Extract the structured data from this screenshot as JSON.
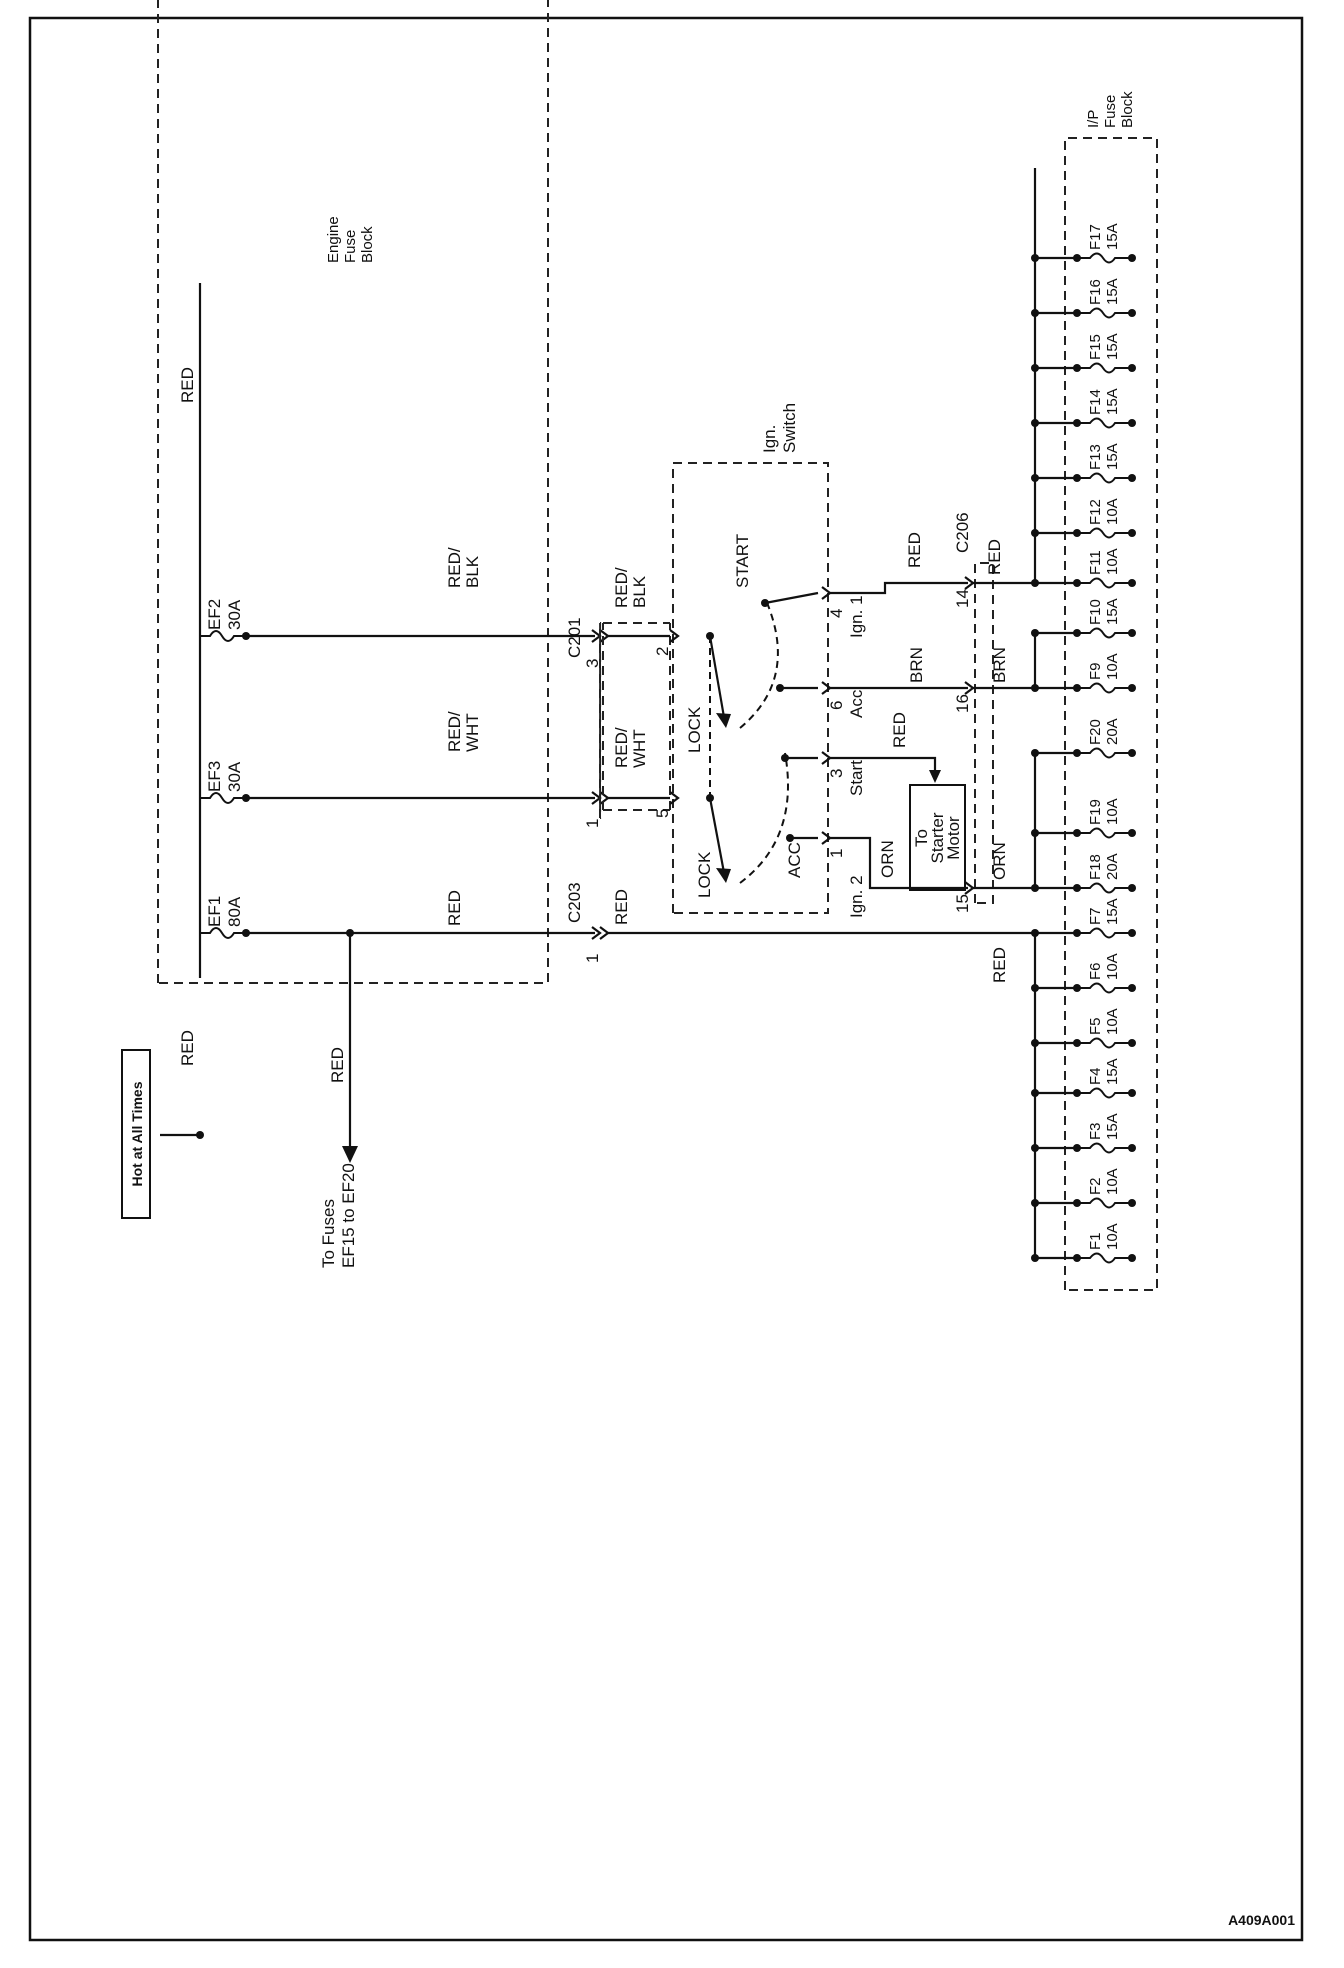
{
  "labels": {
    "hot": "Hot at All Times",
    "engine_fuse_block": [
      "Engine",
      "Fuse",
      "Block"
    ],
    "ip_fuse_block": [
      "I/P",
      "Fuse",
      "Block"
    ],
    "ign_switch": [
      "Ign.",
      "Switch"
    ],
    "to_fuses": [
      "To Fuses",
      "EF15 to EF20"
    ],
    "to_starter": [
      "To",
      "Starter",
      "Motor"
    ],
    "code": "A409A001"
  },
  "engine_fuses": [
    {
      "name": "EF2",
      "rating": "30A"
    },
    {
      "name": "EF3",
      "rating": "30A"
    },
    {
      "name": "EF1",
      "rating": "80A"
    }
  ],
  "connectors": {
    "c201": "C201",
    "c203": "C203",
    "c206": "C206",
    "pins": [
      "3",
      "1",
      "1",
      "2",
      "5",
      "4",
      "6",
      "3",
      "1",
      "14",
      "16",
      "15"
    ]
  },
  "switch": {
    "start": "START",
    "lock_upper": "LOCK",
    "lock_lower": "LOCK",
    "acc_pos": "ACC",
    "ign1": "Ign. 1",
    "acc": "Acc",
    "start_term": "Start",
    "ign2": "Ign. 2"
  },
  "wires": {
    "red": "RED",
    "brn": "BRN",
    "orn": "ORN",
    "red_blk": [
      "RED/",
      "BLK"
    ],
    "red_wht": [
      "RED/",
      "WHT"
    ]
  },
  "ip_fuses": [
    {
      "name": "F1",
      "rating": "10A"
    },
    {
      "name": "F2",
      "rating": "10A"
    },
    {
      "name": "F3",
      "rating": "15A"
    },
    {
      "name": "F4",
      "rating": "15A"
    },
    {
      "name": "F5",
      "rating": "10A"
    },
    {
      "name": "F6",
      "rating": "10A"
    },
    {
      "name": "F7",
      "rating": "15A"
    },
    {
      "name": "F18",
      "rating": "20A"
    },
    {
      "name": "F19",
      "rating": "10A"
    },
    {
      "name": "F20",
      "rating": "20A"
    },
    {
      "name": "F9",
      "rating": "10A"
    },
    {
      "name": "F10",
      "rating": "15A"
    },
    {
      "name": "F11",
      "rating": "10A"
    },
    {
      "name": "F12",
      "rating": "10A"
    },
    {
      "name": "F13",
      "rating": "15A"
    },
    {
      "name": "F14",
      "rating": "15A"
    },
    {
      "name": "F15",
      "rating": "15A"
    },
    {
      "name": "F16",
      "rating": "15A"
    },
    {
      "name": "F17",
      "rating": "15A"
    }
  ]
}
